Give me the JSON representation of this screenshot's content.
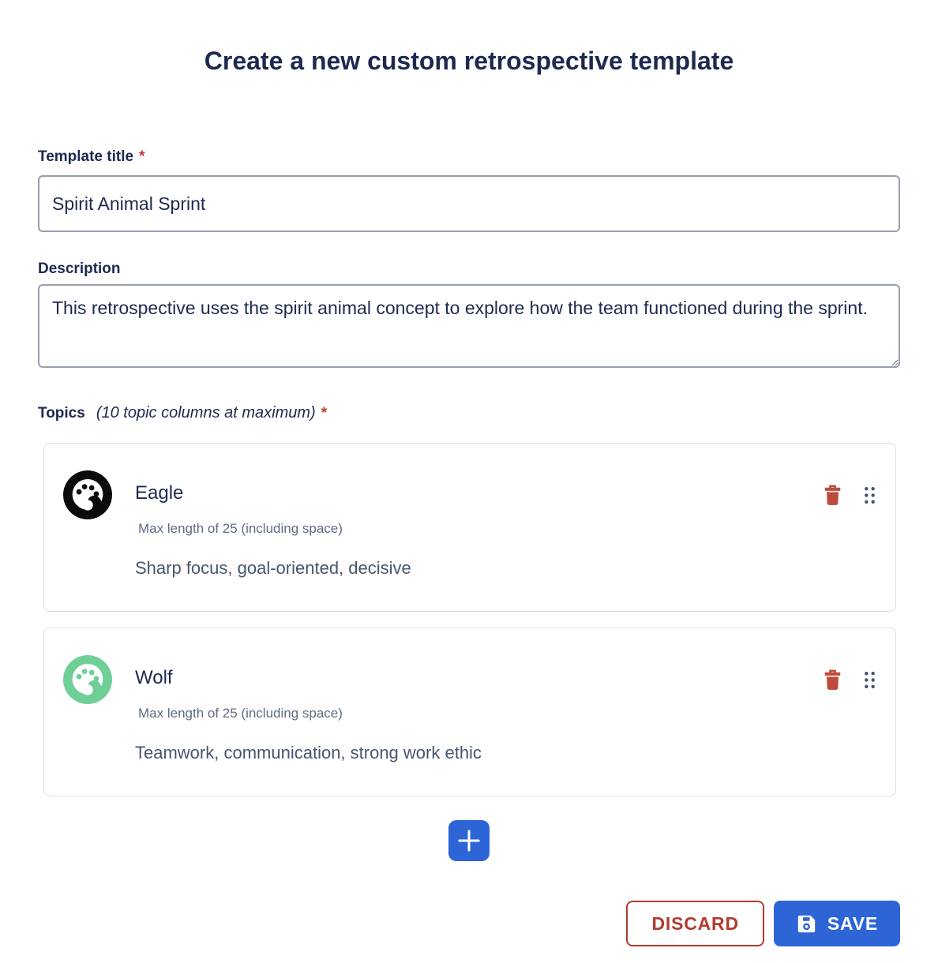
{
  "header": {
    "title": "Create a new custom retrospective template"
  },
  "fields": {
    "template_title": {
      "label": "Template title",
      "required_mark": "*",
      "value": "Spirit Animal Sprint"
    },
    "description": {
      "label": "Description",
      "value": "This retrospective uses the spirit animal concept to explore how the team functioned during the sprint."
    },
    "topics": {
      "label": "Topics",
      "hint": "(10 topic columns at maximum)",
      "required_mark": "*",
      "items": [
        {
          "name": "Eagle",
          "max_length_note": "Max length of 25 (including space)",
          "description": "Sharp focus, goal-oriented, decisive",
          "icon": "palette-icon",
          "icon_color": "#0b0b0b"
        },
        {
          "name": "Wolf",
          "max_length_note": "Max length of 25 (including space)",
          "description": "Teamwork, communication, strong work ethic",
          "icon": "palette-icon",
          "icon_color": "#6fcf97"
        }
      ]
    }
  },
  "actions": {
    "add_topic_icon": "plus-icon",
    "delete_icon": "trash-icon",
    "drag_icon": "drag-handle-dots-icon",
    "discard_label": "DISCARD",
    "save_label": "SAVE",
    "save_icon": "floppy-disk-icon"
  },
  "colors": {
    "primary_blue": "#2e65d6",
    "danger_outline_red": "#b23b2e",
    "trash_red": "#be4b3c",
    "required_asterisk_red": "#c9372c",
    "drag_dots_slate": "#42526e",
    "navy_text": "#1d2a4f"
  }
}
